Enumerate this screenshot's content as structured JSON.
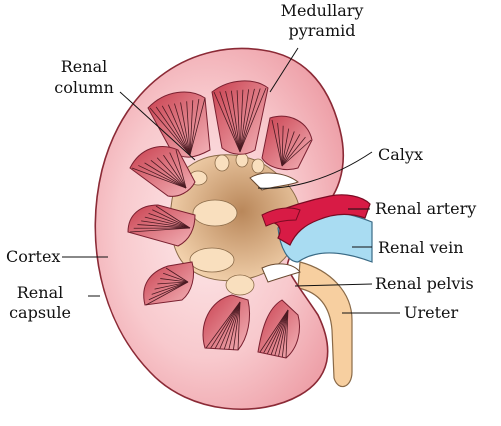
{
  "colors": {
    "cortex": "#f6c4c9",
    "cortex_edge": "#b03040",
    "medulla_bg": "#fbe3e4",
    "pyramid": "#d9636f",
    "pyramid_lines": "#4a1a22",
    "sinus": "#c9986a",
    "pelvis": "#f7cfa0",
    "artery": "#d81b45",
    "vein": "#a9dcf2"
  },
  "labels": {
    "medullary_pyramid": [
      "Medullary",
      "pyramid"
    ],
    "renal_column": [
      "Renal",
      "column"
    ],
    "calyx": "Calyx",
    "renal_artery": "Renal artery",
    "renal_vein": "Renal vein",
    "cortex": "Cortex",
    "renal_pelvis": "Renal pelvis",
    "renal_capsule": [
      "Renal",
      "capsule"
    ],
    "ureter": "Ureter"
  }
}
